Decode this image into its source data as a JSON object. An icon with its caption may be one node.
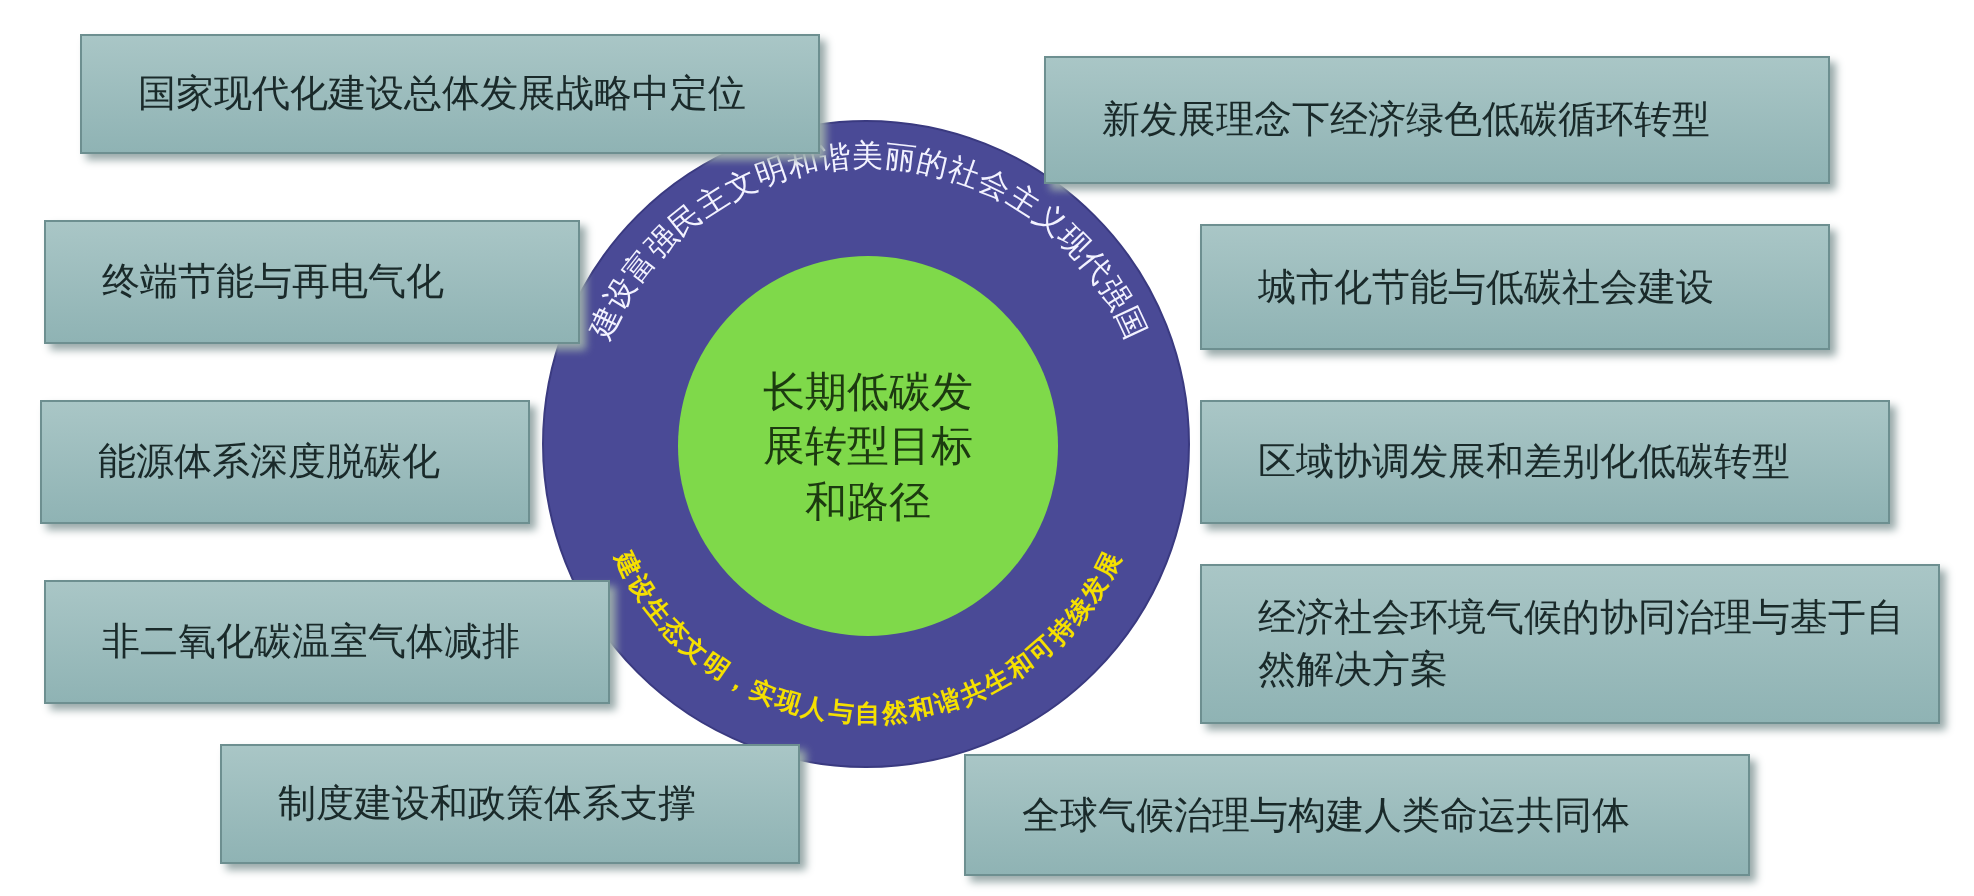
{
  "diagram": {
    "nodes": [
      {
        "text": [],
        "shape": "circle"
      },
      {
        "text": [
          "建设富强民主文明和谐美丽的社会主义现代强国"
        ],
        "in": 0
      },
      {
        "text": [
          "长期低碳发展转型目标和路径"
        ],
        "in": 0
      },
      {
        "text": [
          "建设生态文明，实现人与自然和谐共生和可持续发展"
        ],
        "in": 0
      },
      {
        "text": [
          "国家现代化建设总体发展战略中定位"
        ]
      },
      {
        "text": [
          "新发展理念下经济绿色低碳循环转型"
        ]
      },
      {
        "text": [
          "终端节能与再电气化"
        ]
      },
      {
        "text": [
          "城市化节能与低碳社会建设"
        ]
      },
      {
        "text": [
          "能源体系深度脱碳化"
        ]
      },
      {
        "text": [
          "区域协调发展和差别化低碳转型"
        ]
      },
      {
        "text": [
          "非二氧化碳温室气体减排"
        ]
      },
      {
        "text": [
          "经济社会环境气候的协同治理与基于自然解决方案"
        ]
      },
      {
        "text": [
          "制度建设和政策体系支撑"
        ]
      },
      {
        "text": [
          "全球气候治理与构建人类命运共同体"
        ]
      }
    ],
    "edges": []
  }
}
